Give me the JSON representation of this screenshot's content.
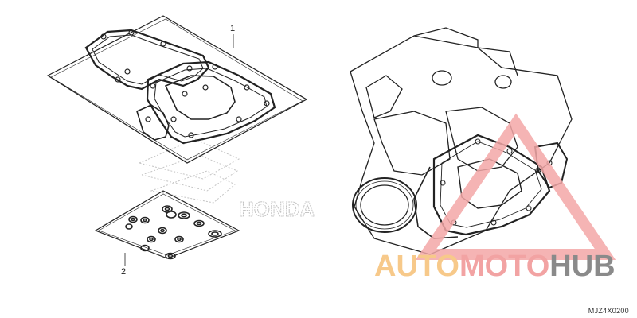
{
  "callouts": {
    "part1": "1",
    "part2": "2"
  },
  "diagram_code": "MJZ4X0200",
  "logo_text": "HONDA",
  "watermark": {
    "part_a": "AUTO",
    "part_b": "MOTO",
    "part_c": "HUB"
  },
  "colors": {
    "line": "#222222",
    "watermark_orange": "#f7c98a",
    "watermark_red": "#f2a3a3",
    "watermark_gray": "#8a8a8a",
    "logo_gray": "#bbbbbb"
  }
}
